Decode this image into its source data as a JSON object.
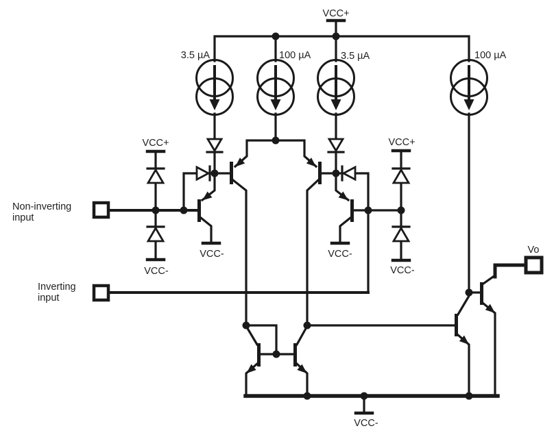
{
  "diagram": {
    "background": "#ffffff",
    "line_color": "#1a1a1a",
    "text_color": "#222222",
    "power_rails": {
      "vcc_plus_top": "VCC+",
      "vcc_plus_left": "VCC+",
      "vcc_plus_right": "VCC+",
      "vcc_minus_left_pair": "VCC-",
      "vcc_minus_right_pair": "VCC-",
      "vcc_minus_left_chain": "VCC-",
      "vcc_minus_right_chain": "VCC-",
      "vcc_minus_bottom": "VCC-"
    },
    "current_sources": [
      {
        "label": "3.5 µA"
      },
      {
        "label": "100 µA"
      },
      {
        "label": "3.5 µA"
      },
      {
        "label": "100 µA"
      }
    ],
    "ports": {
      "non_inverting": {
        "line1": "Non-inverting",
        "line2": "input"
      },
      "inverting": {
        "line1": "Inverting",
        "line2": "input"
      },
      "output": {
        "label": "Vo"
      }
    }
  }
}
